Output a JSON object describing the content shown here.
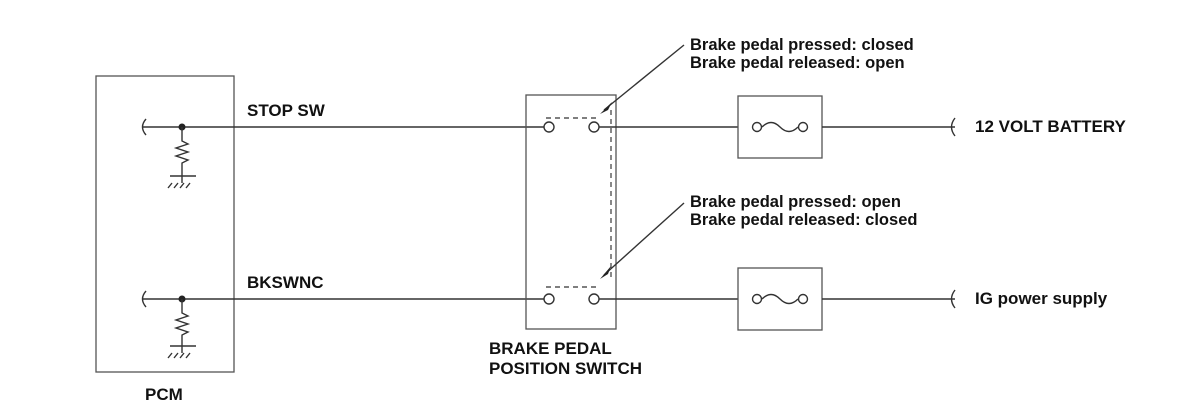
{
  "pcm": {
    "label": "PCM"
  },
  "wires": {
    "stop_sw": "STOP SW",
    "bkswnc": "BKSWNC"
  },
  "switch": {
    "label_line1": "BRAKE PEDAL",
    "label_line2": "POSITION SWITCH"
  },
  "supplies": {
    "battery": "12 VOLT BATTERY",
    "ig": "IG power supply"
  },
  "callouts": {
    "upper": {
      "line1": "Brake pedal pressed: closed",
      "line2": "Brake pedal released: open"
    },
    "lower": {
      "line1": "Brake pedal pressed: open",
      "line2": "Brake pedal released: closed"
    }
  }
}
